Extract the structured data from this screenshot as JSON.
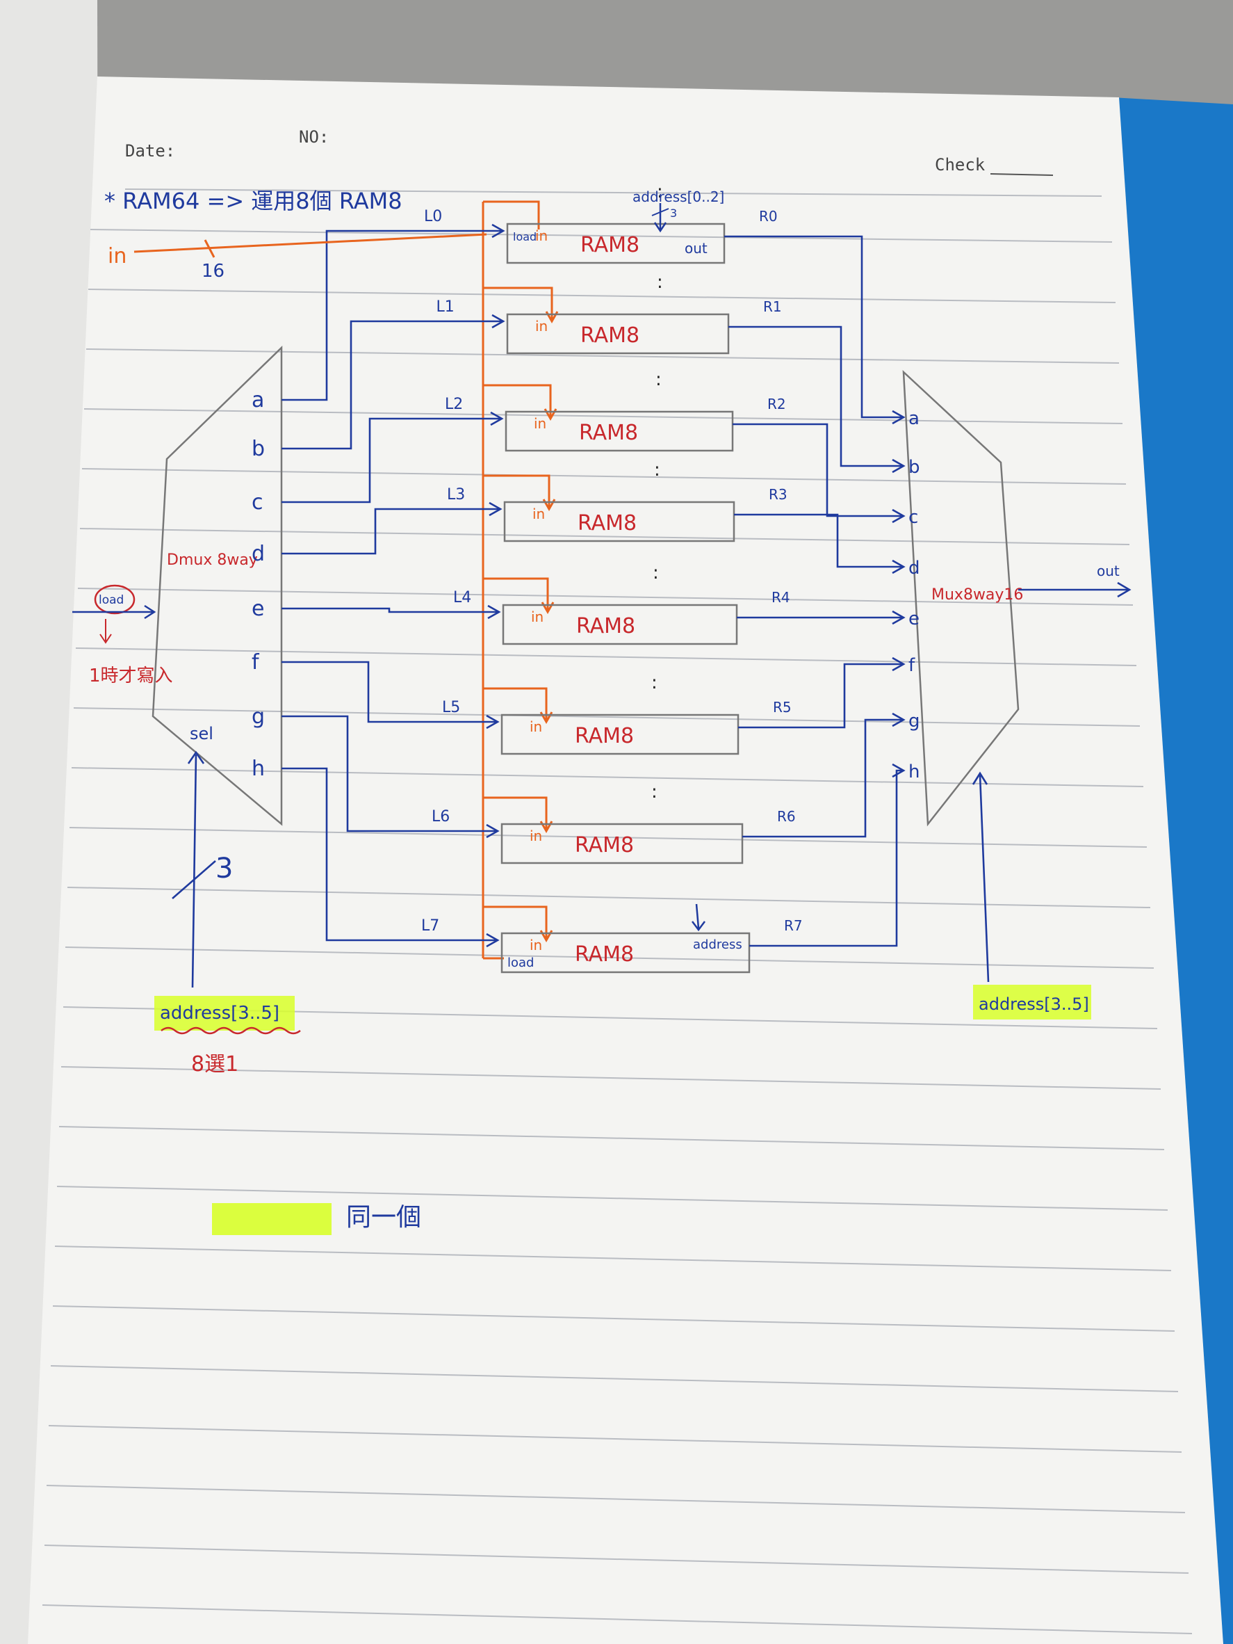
{
  "header": {
    "date_label": "Date:",
    "no_label": "NO:",
    "check_label": "Check"
  },
  "title": "* RAM64 => 運用8個 RAM8",
  "input": {
    "name": "in",
    "width": "16"
  },
  "demux": {
    "label": "Dmux 8way",
    "outputs": [
      "a",
      "b",
      "c",
      "d",
      "e",
      "f",
      "g",
      "h"
    ],
    "sel_label": "sel",
    "sel_width": "3",
    "load_label": "load",
    "load_note": "1時才寫入",
    "address_label": "address[3..5]",
    "address_note": "8選1"
  },
  "rams": {
    "name": "RAM8",
    "in_label": "in",
    "load_label": "load",
    "out_label": "out",
    "address_label": "address",
    "address_top": "address[0..2]",
    "address_top_width": "3",
    "load_lines": [
      "L0",
      "L1",
      "L2",
      "L3",
      "L4",
      "L5",
      "L6",
      "L7"
    ],
    "out_lines": [
      "R0",
      "R1",
      "R2",
      "R3",
      "R4",
      "R5",
      "R6",
      "R7"
    ],
    "dots": ":"
  },
  "mux": {
    "label": "Mux8way16",
    "inputs": [
      "a",
      "b",
      "c",
      "d",
      "e",
      "f",
      "g",
      "h"
    ],
    "out_label": "out",
    "address_label": "address[3..5]"
  },
  "legend": {
    "text": "同一個"
  },
  "colors": {
    "paper": "#f4f4f2",
    "ruling": "#b9bcc2",
    "blue_ink": "#1f3a9e",
    "red_ink": "#c8282c",
    "orange_ink": "#e8641e",
    "pencil": "#777777",
    "highlighter": "#d8ff2a",
    "binder": "#1877c8"
  }
}
